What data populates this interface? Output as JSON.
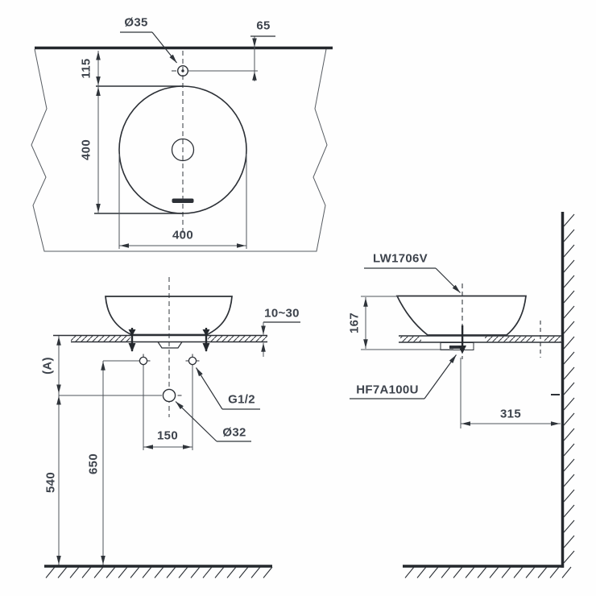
{
  "drawing_type": "basin installation dimension drawing",
  "colors": {
    "ink": "#2c3036",
    "dim_line": "#4e545b",
    "text": "#3d434c",
    "background": "#fefefe"
  },
  "plan_view": {
    "faucet_hole_diameter": "Ø35",
    "hole_to_edge": "65",
    "edge_to_bowl": "115",
    "bowl_diameter_vertical": "400",
    "bowl_diameter_horizontal": "400"
  },
  "front_view": {
    "counter_thickness": "10~30",
    "counter_height_ref": "(A)",
    "supply_thread": "G1/2",
    "drain_diameter": "Ø32",
    "supply_spacing": "150",
    "supply_height": "650",
    "drain_height": "540"
  },
  "side_view": {
    "basin_model": "LW1706V",
    "drain_fitting_model": "HF7A100U",
    "basin_height": "167",
    "drain_to_wall": "315"
  }
}
